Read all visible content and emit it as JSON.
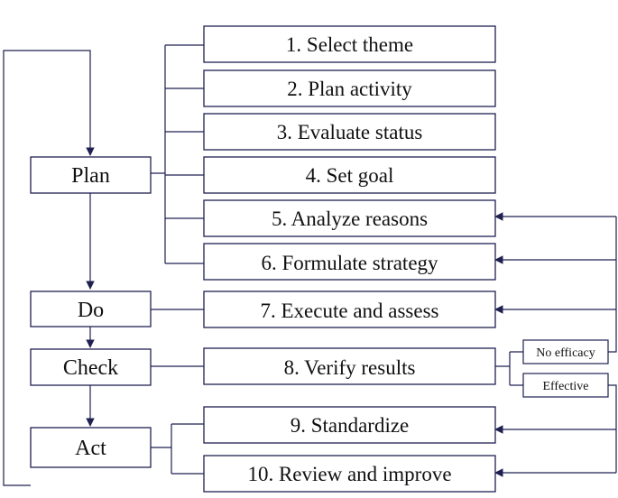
{
  "colors": {
    "line": "#1f2050",
    "box_border": "#1f2050",
    "text": "#111111",
    "background": "#ffffff"
  },
  "phases": {
    "plan": "Plan",
    "do": "Do",
    "check": "Check",
    "act": "Act"
  },
  "steps": [
    "1. Select theme",
    "2. Plan activity",
    "3. Evaluate status",
    "4. Set goal",
    "5. Analyze reasons",
    "6. Formulate strategy",
    "7. Execute and assess",
    "8. Verify results",
    "9. Standardize",
    "10. Review and improve"
  ],
  "outcomes": {
    "no_efficacy": "No efficacy",
    "effective": "Effective"
  }
}
